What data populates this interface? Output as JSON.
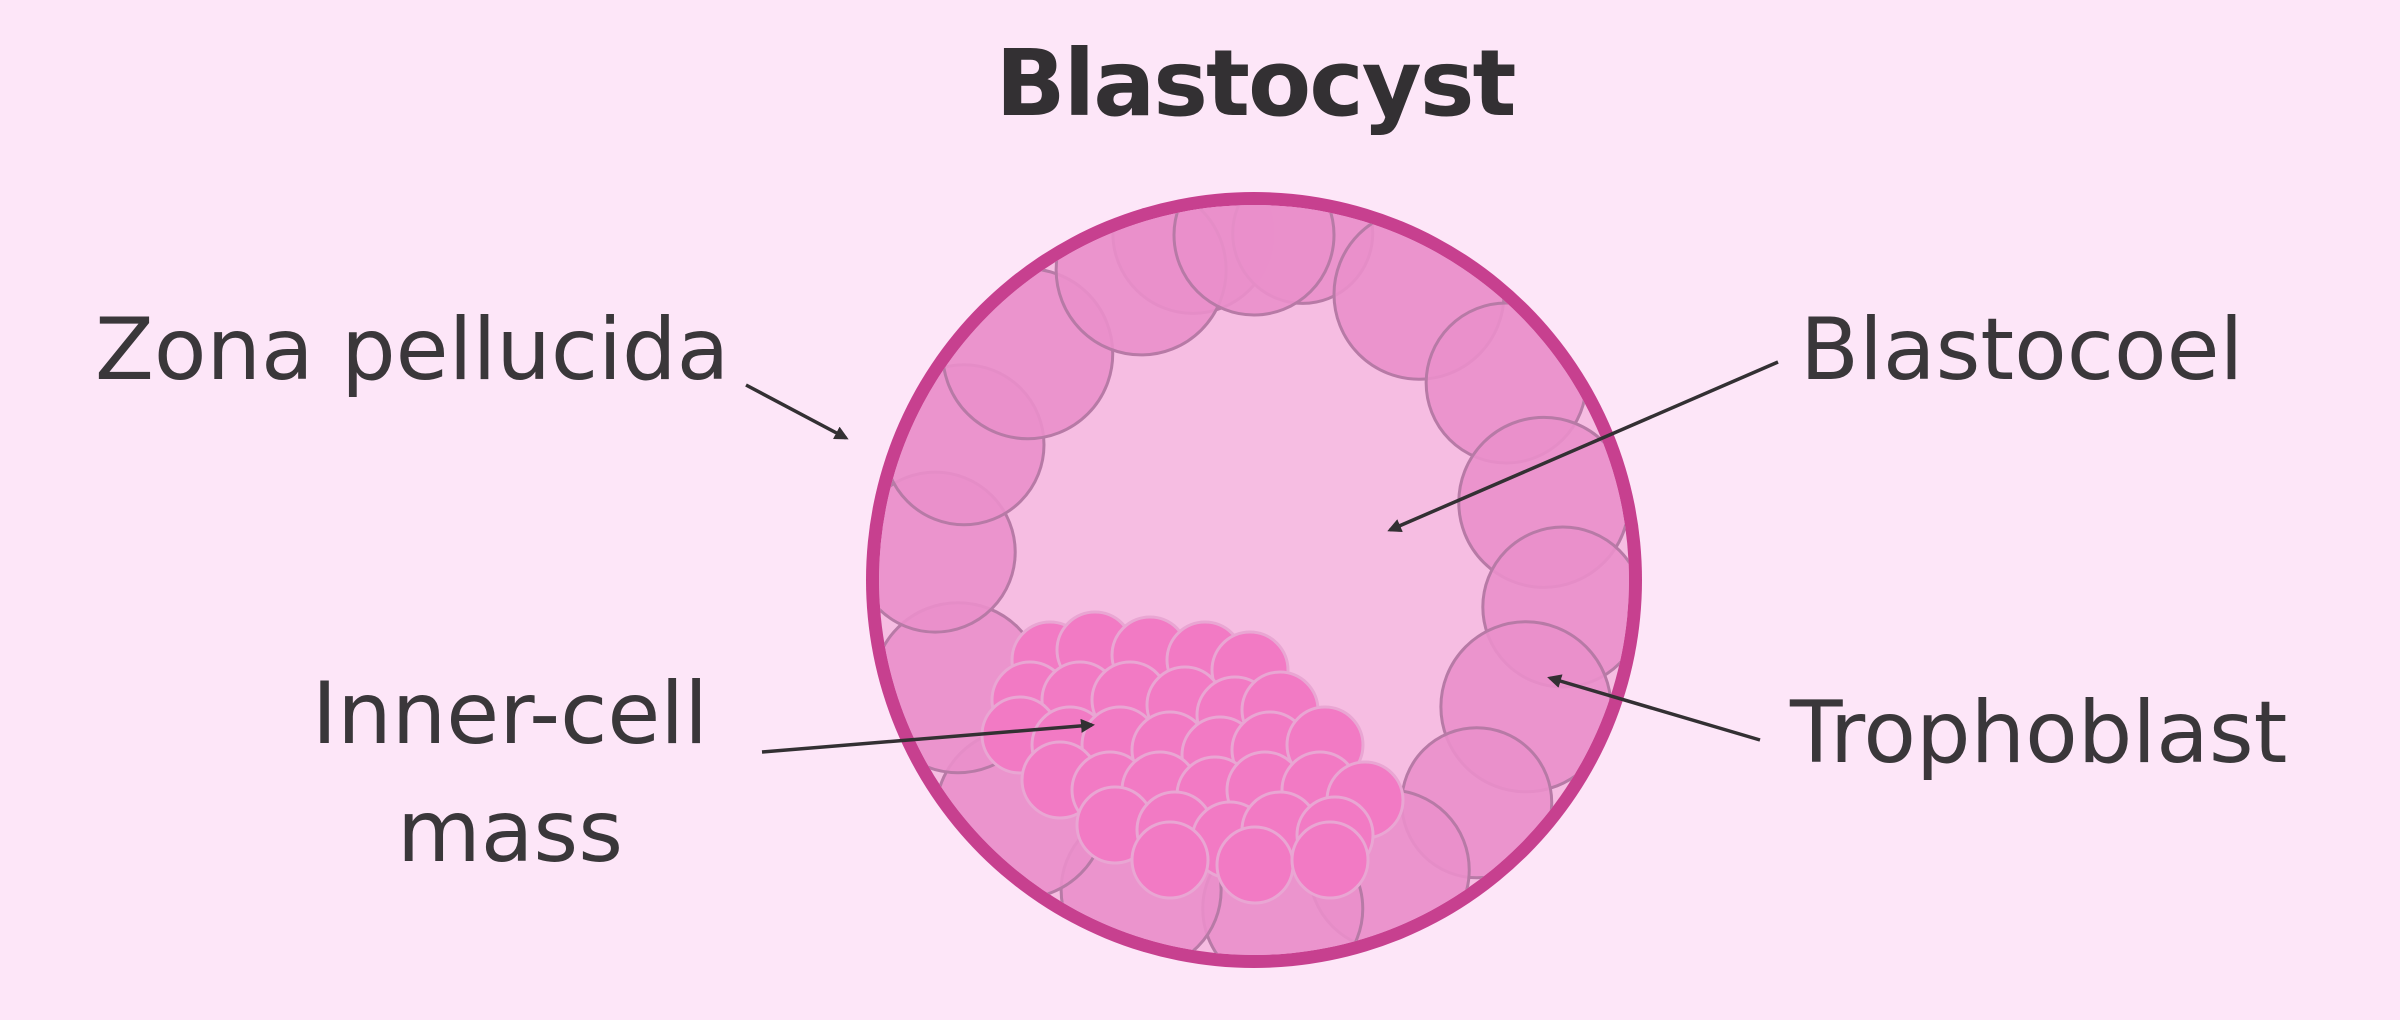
{
  "title": "Blastocyst",
  "labels": {
    "zona_pellucida": "Zona pellucida",
    "blastocoel": "Blastocoel",
    "inner_cell_line1": "Inner-cell",
    "inner_cell_line2": "mass",
    "trophoblast": "Trophoblast"
  },
  "colors": {
    "background": "#fde6f8",
    "zona_ring": "#c7408f",
    "cavity": "#f6bde2",
    "trophoblast_cell": "#ea8fcb",
    "inner_cell": "#f27ac4",
    "text": "#3a373a"
  }
}
